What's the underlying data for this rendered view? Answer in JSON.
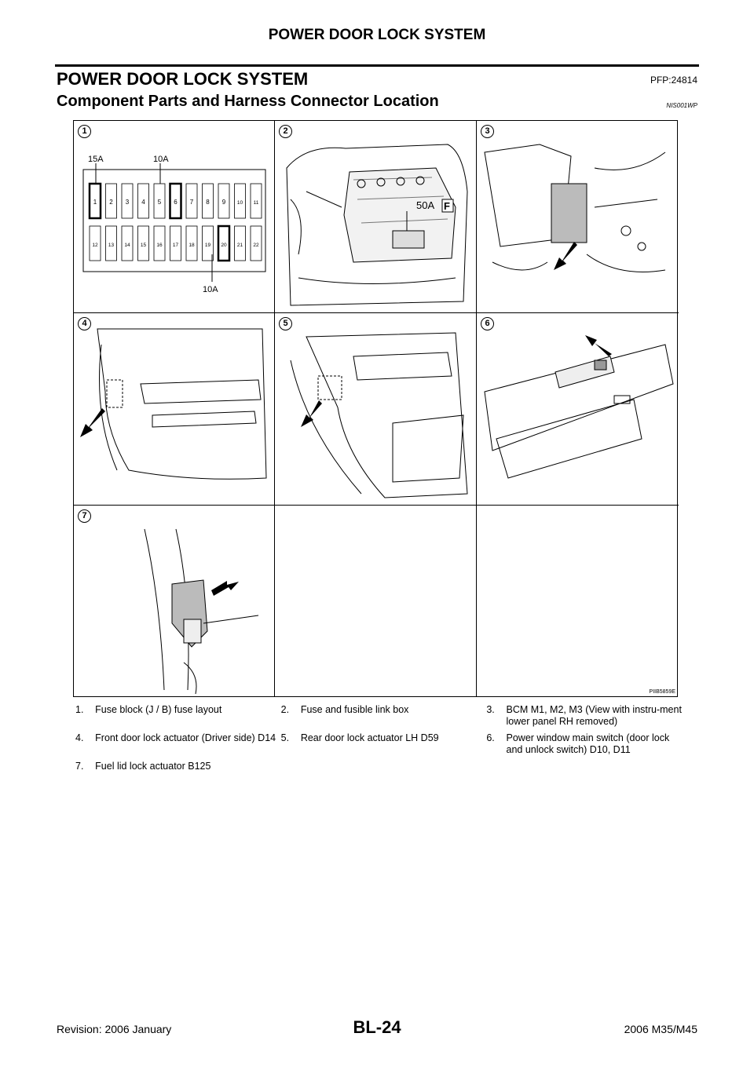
{
  "header": {
    "running_title": "POWER DOOR LOCK SYSTEM"
  },
  "section": {
    "title": "POWER DOOR LOCK SYSTEM",
    "pfp": "PFP:24814"
  },
  "subsection": {
    "title": "Component Parts and Harness Connector Location",
    "code": "NIS001WP"
  },
  "figure": {
    "id": "PIIB5859E",
    "panel_numbers": [
      "1",
      "2",
      "3",
      "4",
      "5",
      "6",
      "7"
    ],
    "fuse_labels": {
      "top_left": "15A",
      "top_right": "10A",
      "bottom": "10A"
    },
    "fuse_row1": [
      "1",
      "2",
      "3",
      "4",
      "5",
      "6",
      "7",
      "8",
      "9",
      "10",
      "11"
    ],
    "fuse_row2": [
      "12",
      "13",
      "14",
      "15",
      "16",
      "17",
      "18",
      "19",
      "20",
      "21",
      "22"
    ],
    "fusible_label": "50A",
    "front_mark": "F"
  },
  "legend": [
    {
      "n": "1.",
      "text": "Fuse block (J / B) fuse layout"
    },
    {
      "n": "2.",
      "text": "Fuse and fusible link box"
    },
    {
      "n": "3.",
      "text": "BCM  M1, M2, M3 (View with instru-ment lower panel RH removed)"
    },
    {
      "n": "4.",
      "text": "Front door lock actuator (Driver side) D14"
    },
    {
      "n": "5.",
      "text": "Rear door lock actuator LH D59"
    },
    {
      "n": "6.",
      "text": "Power window main switch (door lock and unlock switch) D10, D11"
    },
    {
      "n": "7.",
      "text": "Fuel lid lock actuator B125"
    }
  ],
  "footer": {
    "revision": "Revision: 2006 January",
    "page": "BL-24",
    "model": "2006 M35/M45"
  }
}
